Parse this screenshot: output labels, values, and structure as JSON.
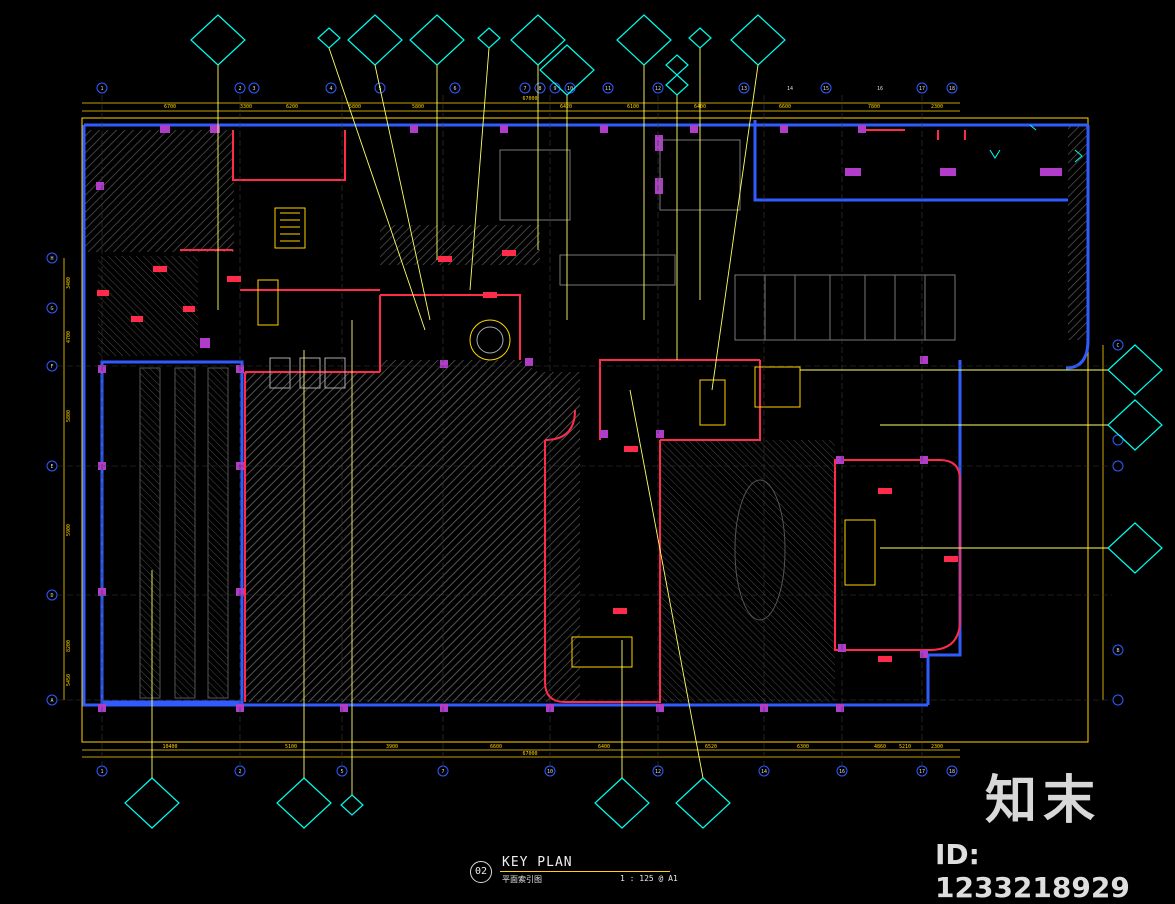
{
  "plan": {
    "title": "KEY PLAN",
    "subtitle": "平面索引图",
    "number": "02",
    "scale": "1 : 125 @ A1"
  },
  "top_grid_labels": [
    "1",
    "2",
    "3",
    "4",
    "5",
    "6",
    "7",
    "8",
    "9",
    "10",
    "11",
    "12",
    "13",
    "14",
    "15",
    "16",
    "17",
    "18"
  ],
  "bottom_grid_labels": [
    "1",
    "2",
    "5",
    "7",
    "10",
    "12",
    "14",
    "16",
    "17",
    "18"
  ],
  "side_grid_labels": [
    "H",
    "G",
    "F",
    "E",
    "D",
    "C",
    "B",
    "A"
  ],
  "top_dimensions": [
    "6700",
    "3300",
    "6200",
    "5800",
    "5800",
    "6420",
    "6100",
    "6400",
    "6600",
    "7800",
    "2300"
  ],
  "overall_dimension": "67000",
  "bottom_dimensions": [
    "10400",
    "5100",
    "3900",
    "6600",
    "6400",
    "6520",
    "6300",
    "4860",
    "5210",
    "2300"
  ],
  "left_dimensions": [
    "3400",
    "4700",
    "5800",
    "5900",
    "8200",
    "5450"
  ],
  "watermark": {
    "brand": "知末",
    "id": "ID: 1233218929"
  },
  "colors": {
    "background": "#000000",
    "wall": "#2f5bff",
    "partition": "#ff2b4a",
    "column": "#b03cc9",
    "grid": "#ffd400",
    "callout": "#00ffee",
    "leader": "#ffff66",
    "hatch": "#5a5a5a"
  }
}
